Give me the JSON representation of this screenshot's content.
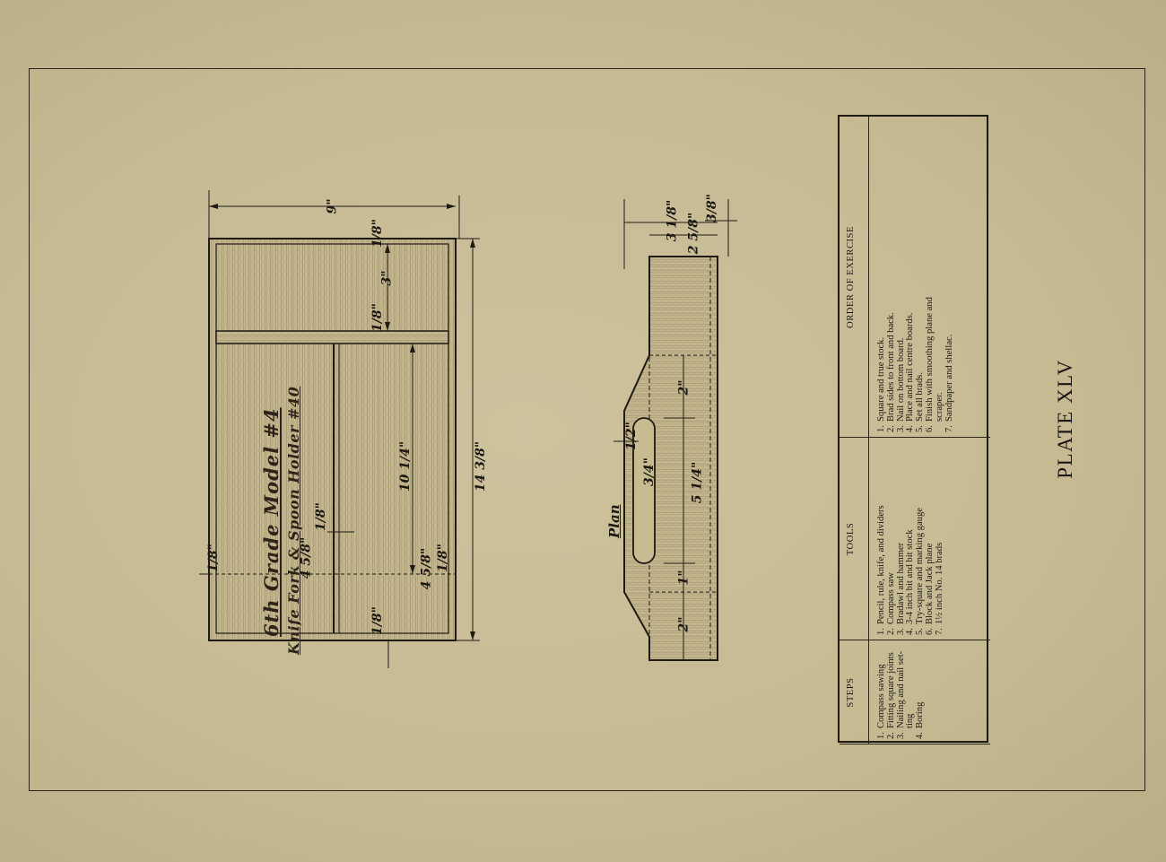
{
  "plate": "PLATE XLV",
  "title": {
    "line1": "6th Grade Model #4",
    "line2": "Knife Fork & Spoon Holder #40"
  },
  "plan_label": "Plan",
  "dimensions": {
    "overall_length": "9\"",
    "overall_width": "14 3/8\"",
    "inner_length": "10 1/4\"",
    "compartment": "3\"",
    "board_thickness": "1/8\"",
    "partition": "4 5/8\"",
    "side_depth_a": "3 1/8\"",
    "side_depth_b": "2 5/8\"",
    "side_gap": "3/8\"",
    "slot_offset": "2\"",
    "slot_end": "1\"",
    "slot_length": "5 1/4\"",
    "slot_width": "3/4\"",
    "slot_half": "1/2\""
  },
  "table": {
    "columns": [
      {
        "header": "STEPS",
        "items": [
          {
            "n": "1.",
            "text": "Compass sawing"
          },
          {
            "n": "2.",
            "text": "Fitting square joints"
          },
          {
            "n": "3.",
            "text": "Nailing and nail set-"
          },
          {
            "n": "",
            "text": "ting"
          },
          {
            "n": "4.",
            "text": "Boring"
          }
        ]
      },
      {
        "header": "TOOLS",
        "items": [
          {
            "n": "1.",
            "text": "Pencil, rule, knife, and dividers"
          },
          {
            "n": "2.",
            "text": "Compass saw"
          },
          {
            "n": "3.",
            "text": "Bradawl and hammer"
          },
          {
            "n": "4.",
            "text": "3-4 inch bit and bit stock"
          },
          {
            "n": "5.",
            "text": "Try-square and marking gauge"
          },
          {
            "n": "6.",
            "text": "Block and Jack plane"
          },
          {
            "n": "7.",
            "text": "1½ inch No. 14 brads"
          }
        ]
      },
      {
        "header": "ORDER OF EXERCISE",
        "items": [
          {
            "n": "1.",
            "text": "Square and true stock."
          },
          {
            "n": "2.",
            "text": "Brad sides to front and back."
          },
          {
            "n": "3.",
            "text": "Nail on bottom board."
          },
          {
            "n": "4.",
            "text": "Place and nail centre boards."
          },
          {
            "n": "5.",
            "text": "Set all brads."
          },
          {
            "n": "6.",
            "text": "Finish with smoothing plane and"
          },
          {
            "n": "",
            "text": "scraper."
          },
          {
            "n": "7.",
            "text": "Sandpaper and shellac."
          }
        ]
      }
    ]
  }
}
